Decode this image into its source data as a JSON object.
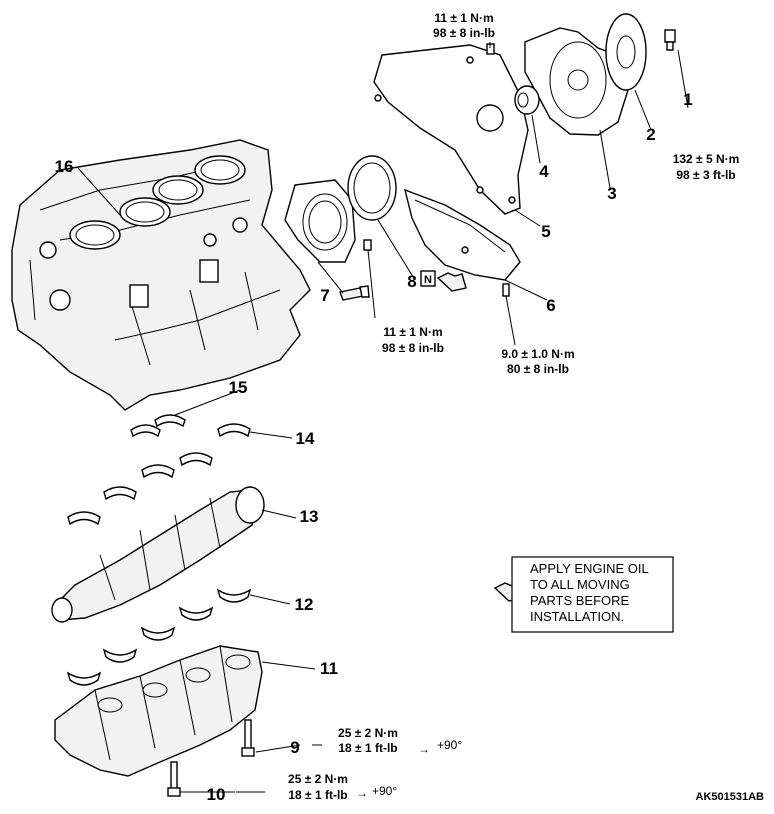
{
  "labels": {
    "p1": "1",
    "p2": "2",
    "p3": "3",
    "p4": "4",
    "p5": "5",
    "p6": "6",
    "p7": "7",
    "p8": "8",
    "p9": "9",
    "p10": "10",
    "p11": "11",
    "p12": "12",
    "p13": "13",
    "p14": "14",
    "p15": "15",
    "p16": "16"
  },
  "torques": {
    "t_top_nm": "11 ± 1 N·m",
    "t_top_inlb": "98 ± 8 in-lb",
    "t1_nm": "132 ± 5 N·m",
    "t1_ftlb": "98 ± 3 ft-lb",
    "t_mid_nm": "11 ± 1 N·m",
    "t_mid_inlb": "98 ± 8 in-lb",
    "t6_nm": "9.0 ± 1.0 N·m",
    "t6_inlb": "80 ± 8 in-lb",
    "t9_nm": "25 ± 2 N·m",
    "t9_ftlb": "18 ± 1 ft-lb",
    "t9_angle": "+90°",
    "t10_nm": "25 ± 2 N·m",
    "t10_ftlb": "18 ± 1 ft-lb",
    "t10_angle": "+90°"
  },
  "symbols": {
    "new_part": "N"
  },
  "note": {
    "line1": "APPLY ENGINE OIL",
    "line2": "TO ALL MOVING",
    "line3": "PARTS BEFORE",
    "line4": "INSTALLATION."
  },
  "reference": "AK501531AB"
}
